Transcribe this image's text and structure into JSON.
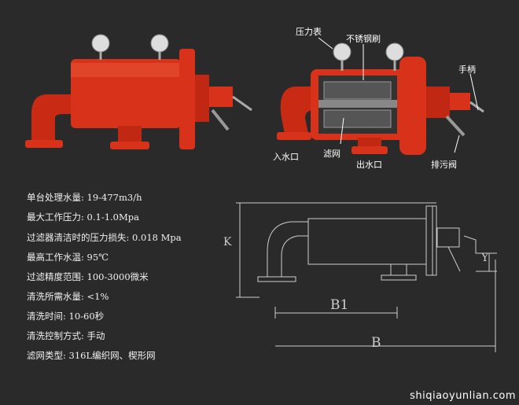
{
  "callouts": {
    "gauge": "压力表",
    "brush": "不锈钢刷",
    "handle": "手柄",
    "inlet": "入水口",
    "screen": "滤网",
    "outlet": "出水口",
    "drain_valve": "排污阀"
  },
  "specs": [
    "单台处理水量: 19-477m3/h",
    "最大工作压力: 0.1-1.0Mpa",
    "过滤器清洁时的压力损失: 0.018 Mpa",
    "最高工作水温: 95℃",
    "过滤精度范围: 100-3000微米",
    "清洗所需水量: <1%",
    "清洗时间: 10-60秒",
    "清洗控制方式: 手动",
    "滤网类型: 316L编织网、楔形网"
  ],
  "dimensions": {
    "k": "K",
    "b1": "B1",
    "b": "B",
    "y": "Y"
  },
  "watermark": "shiqiaoyunlian.com",
  "colors": {
    "body": "#d8321a",
    "background": "#2a2a2a"
  }
}
